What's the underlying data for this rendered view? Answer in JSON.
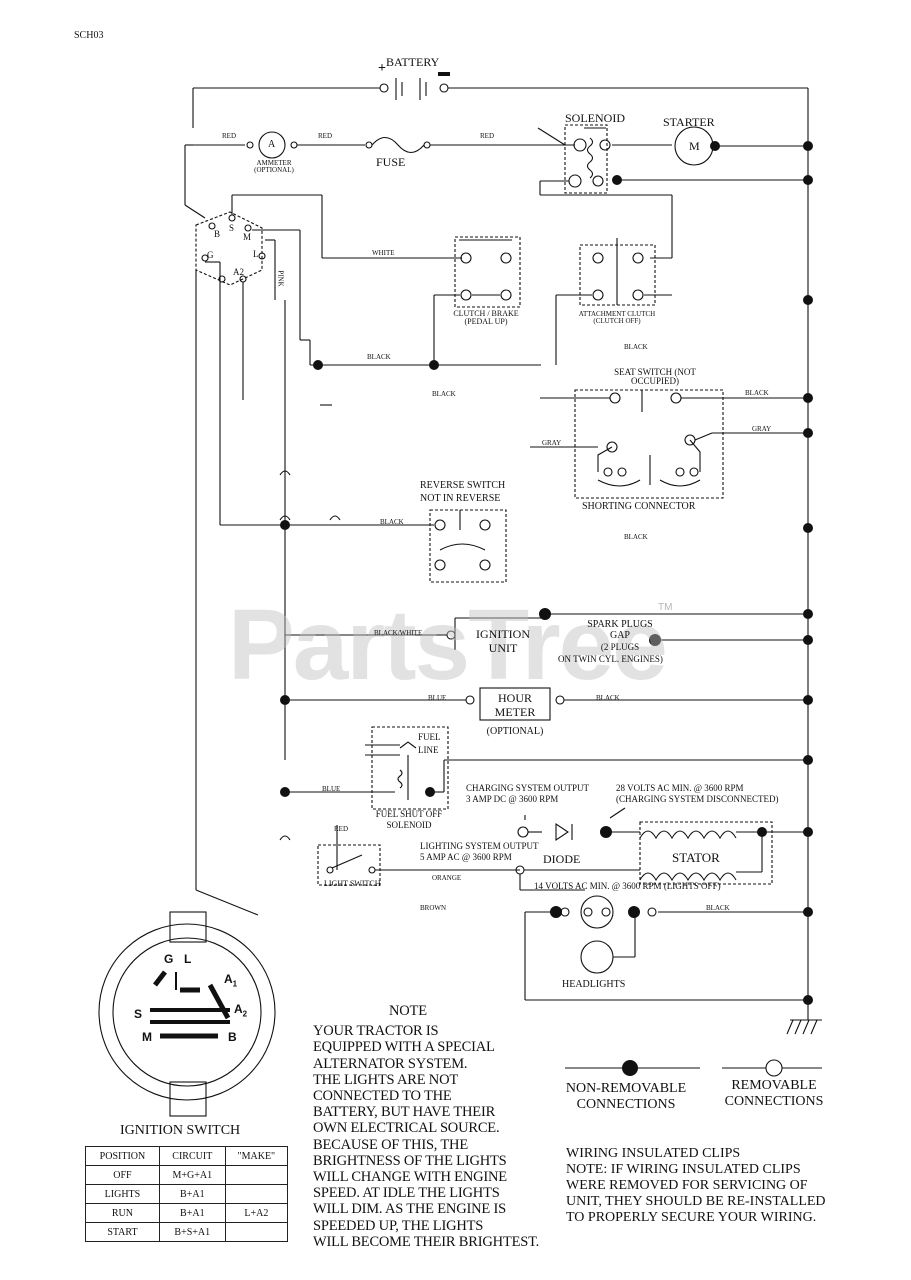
{
  "page_code": "SCH03",
  "watermark": "PartsTree",
  "watermark_tm": "TM",
  "components": {
    "battery": "BATTERY",
    "battery_plus": "+",
    "solenoid": "SOLENOID",
    "starter": "STARTER",
    "starter_m": "M",
    "ammeter_a": "A",
    "ammeter_label": "AMMETER (OPTIONAL)",
    "fuse": "FUSE",
    "clutch_brake": "CLUTCH / BRAKE (PEDAL UP)",
    "attachment_clutch": "ATTACHMENT CLUTCH (CLUTCH OFF)",
    "seat_switch": "SEAT SWITCH (NOT OCCUPIED)",
    "shorting_connector": "SHORTING CONNECTOR",
    "reverse_switch": "REVERSE SWITCH",
    "not_in_reverse": "NOT IN REVERSE",
    "ignition_unit_1": "IGNITION",
    "ignition_unit_2": "UNIT",
    "spark_plugs_1": "SPARK PLUGS",
    "spark_plugs_2": "GAP",
    "spark_plugs_3": "(2 PLUGS",
    "spark_plugs_4": "ON TWIN CYL. ENGINES)",
    "hour_meter_1": "HOUR",
    "hour_meter_2": "METER",
    "hour_meter_3": "(OPTIONAL)",
    "fuel_line_1": "FUEL",
    "fuel_line_2": "LINE",
    "fuel_shutoff_1": "FUEL SHUT OFF",
    "fuel_shutoff_2": "SOLENOID",
    "charging_output_1": "CHARGING SYSTEM OUTPUT",
    "charging_output_2": "3 AMP DC @ 3600 RPM",
    "volts_28_1": "28 VOLTS AC MIN. @ 3600 RPM",
    "volts_28_2": "(CHARGING SYSTEM DISCONNECTED)",
    "diode": "DIODE",
    "stator": "STATOR",
    "lighting_output_1": "LIGHTING SYSTEM OUTPUT",
    "lighting_output_2": "5 AMP AC @ 3600 RPM",
    "volts_14": "14 VOLTS AC MIN. @ 3600 RPM (LIGHTS OFF)",
    "light_switch": "LIGHT SWITCH",
    "headlights": "HEADLIGHTS",
    "ignition_switch": "IGNITION SWITCH",
    "sw_g": "G",
    "sw_l": "L",
    "sw_a1": "A",
    "sw_a1_sub": "1",
    "sw_a2": "A",
    "sw_a2_sub": "2",
    "sw_s": "S",
    "sw_m": "M",
    "sw_b": "B",
    "conn_b": "B",
    "conn_s": "S",
    "conn_m": "M",
    "conn_g": "G",
    "conn_l": "L",
    "conn_a2": "A2"
  },
  "wires": {
    "red": "RED",
    "white": "WHITE",
    "black": "BLACK",
    "gray": "GRAY",
    "black_white": "BLACK/WHITE",
    "blue": "BLUE",
    "orange": "ORANGE",
    "brown": "BROWN",
    "pink": "PINK"
  },
  "legend": {
    "non_removable_1": "NON-REMOVABLE",
    "non_removable_2": "CONNECTIONS",
    "removable_1": "REMOVABLE",
    "removable_2": "CONNECTIONS"
  },
  "note": {
    "title": "NOTE",
    "lines": [
      "YOUR TRACTOR IS",
      "EQUIPPED WITH A SPECIAL",
      "ALTERNATOR SYSTEM.",
      "THE LIGHTS ARE NOT",
      "CONNECTED TO THE",
      "BATTERY, BUT HAVE THEIR",
      "OWN ELECTRICAL SOURCE.",
      "BECAUSE OF THIS, THE",
      "BRIGHTNESS OF THE LIGHTS",
      "WILL CHANGE WITH ENGINE",
      "SPEED.  AT IDLE THE LIGHTS",
      "WILL DIM.  AS THE ENGINE IS",
      "SPEEDED UP, THE LIGHTS",
      "WILL BECOME THEIR BRIGHTEST."
    ]
  },
  "clips_note": {
    "lines": [
      "WIRING INSULATED CLIPS",
      "NOTE: IF WIRING INSULATED CLIPS",
      "WERE REMOVED FOR SERVICING OF",
      "UNIT, THEY SHOULD BE RE-INSTALLED",
      "TO PROPERLY SECURE YOUR WIRING."
    ]
  },
  "position_table": {
    "headers": [
      "POSITION",
      "CIRCUIT",
      "\"MAKE\""
    ],
    "rows": [
      [
        "OFF",
        "M+G+A1",
        ""
      ],
      [
        "LIGHTS",
        "B+A1",
        ""
      ],
      [
        "RUN",
        "B+A1",
        "L+A2"
      ],
      [
        "START",
        "B+S+A1",
        ""
      ]
    ]
  }
}
